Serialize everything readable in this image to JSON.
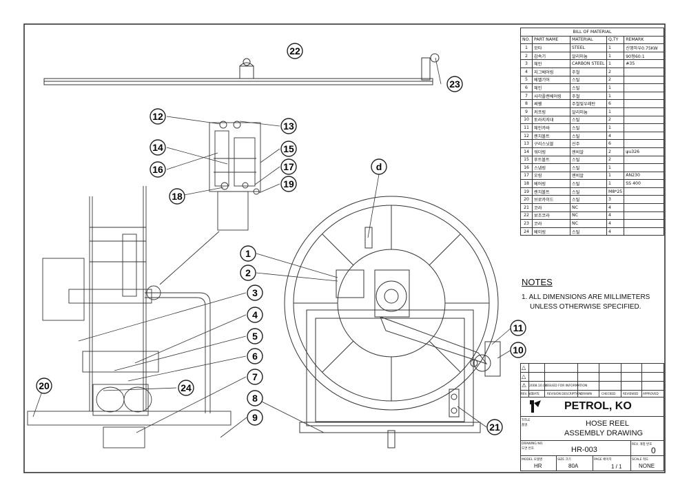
{
  "bom": {
    "title": "BILL OF MATERIAL",
    "headers": [
      "NO.",
      "PART NAME",
      "MATERIAL",
      "Q,TY",
      "REMARK"
    ],
    "rows": [
      [
        "1",
        "모타",
        "STEEL",
        "1",
        "신영하우0.75KW"
      ],
      [
        "2",
        "감속기",
        "알리미늄",
        "1",
        "90형60:1"
      ],
      [
        "3",
        "체인",
        "CARBON STEEL",
        "1",
        "#35"
      ],
      [
        "4",
        "지그베어링",
        "주철",
        "2",
        ""
      ],
      [
        "5",
        "베벨기어",
        "스틸",
        "2",
        ""
      ],
      [
        "6",
        "체인",
        "스틸",
        "1",
        ""
      ],
      [
        "7",
        "사각플랜베어링",
        "주철",
        "1",
        ""
      ],
      [
        "8",
        "써휀",
        "주철및우레탄",
        "6",
        ""
      ],
      [
        "9",
        "커프링",
        "알리미늄",
        "1",
        ""
      ],
      [
        "10",
        "토라지지대",
        "스틸",
        "2",
        ""
      ],
      [
        "11",
        "체인카바",
        "스틸",
        "1",
        ""
      ],
      [
        "12",
        "렌치볼트",
        "스틸",
        "4",
        ""
      ],
      [
        "13",
        "구리스닛블",
        "신주",
        "6",
        ""
      ],
      [
        "14",
        "워더링",
        "엔비알",
        "2",
        "ψu326"
      ],
      [
        "15",
        "푸트볼트",
        "스틸",
        "2",
        ""
      ],
      [
        "16",
        "스냅링",
        "스틸",
        "1",
        ""
      ],
      [
        "17",
        "오링",
        "엔비알",
        "1",
        "AN230"
      ],
      [
        "18",
        "베어링",
        "스틸",
        "1",
        "SS 400"
      ],
      [
        "19",
        "렌치볼트",
        "스틸",
        "M8*25",
        ""
      ],
      [
        "20",
        "브로카이드",
        "스틸",
        "3",
        ""
      ],
      [
        "21",
        "코라",
        "NC",
        "4",
        ""
      ],
      [
        "22",
        "보조코라",
        "NC",
        "4",
        ""
      ],
      [
        "23",
        "코라",
        "NC",
        "4",
        ""
      ],
      [
        "24",
        "베이링",
        "스틸",
        "4",
        ""
      ]
    ]
  },
  "notes": {
    "heading": "NOTES",
    "line1": "1. ALL DIMENSIONS ARE MILLIMETERS",
    "line2": "UNLESS OTHERWISE SPECIFIED."
  },
  "callouts": [
    "1",
    "2",
    "3",
    "4",
    "5",
    "6",
    "7",
    "8",
    "9",
    "10",
    "11",
    "12",
    "13",
    "14",
    "15",
    "16",
    "17",
    "18",
    "19",
    "20",
    "21",
    "22",
    "23",
    "24",
    "d"
  ],
  "title_block": {
    "revision": {
      "row_date": "2008.10.08",
      "row_desc": "ISSUED FOR INFORMATION",
      "headers": [
        "REV. NO",
        "DATE",
        "REVISION DESCRIPTION",
        "DRAWN",
        "CHECKED",
        "REVIEWED",
        "APPROVED"
      ]
    },
    "company": "PETROL, KO",
    "title_label": "TITLE",
    "title_label_kr": "품명",
    "title_line1": "HOSE REEL",
    "title_line2": "ASSEMBLY DRAWING",
    "drawing_no_label": "DRAWING NO.",
    "drawing_no_label_kr": "도면 번호",
    "drawing_no": "HR-003",
    "rev_label": "REV. 개정 번호",
    "rev": "0",
    "model_label": "MODEL 모델명",
    "model": "HR",
    "size_label": "SIZE 크기",
    "size": "80A",
    "page_label": "PAGE 페이지",
    "page": "1 / 1",
    "scale_label": "SCALE 척도",
    "scale": "NONE"
  }
}
